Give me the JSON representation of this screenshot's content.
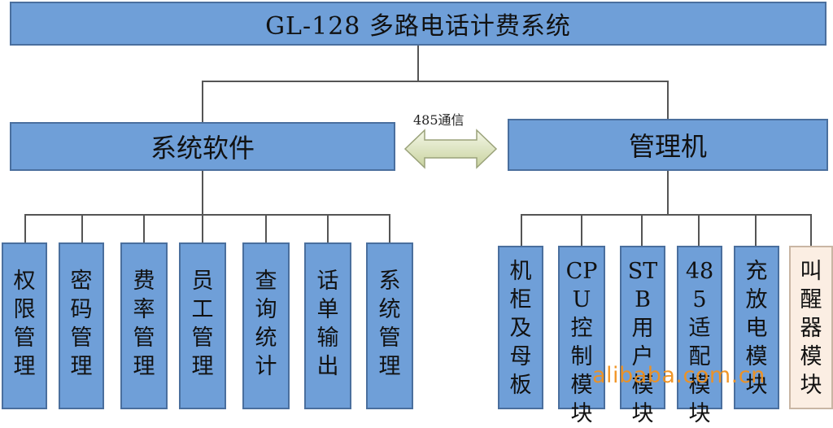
{
  "title": "GL-128 多路电话计费系统",
  "software": {
    "label": "系统软件",
    "items": [
      "权限管理",
      "密码管理",
      "费率管理",
      "员工管理",
      "查询统计",
      "话单输出",
      "系统管理"
    ]
  },
  "manager": {
    "label": "管理机",
    "items": [
      "机柜及母板",
      "CPU控制模块",
      "STB用户模块",
      "485适配模块",
      "充放电模块",
      "叫醒器模块"
    ]
  },
  "link_label": "485通信",
  "watermark": "alibaba.com.cn",
  "colors": {
    "box_fill": "#6f9fd8",
    "box_border": "#4a6f9e",
    "alarm_fill": "#fbeee3",
    "watermark": "#f1921f"
  }
}
